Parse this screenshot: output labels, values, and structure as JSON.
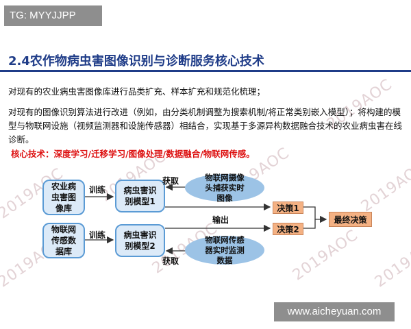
{
  "tag": "TG: MYYJJPP",
  "title": "2.4农作物病虫害图像识别与诊断服务核心技术",
  "paragraphs": [
    "对现有的农业病虫害图像库进行品类扩充、样本扩充和规范化梳理；",
    "对现有的图像识别算法进行改进（例如，由分类机制调整为搜索机制/将正常类别嵌入模型）；将构建的模型与物联网设施（视频监测器和设施传感器）相结合，实现基于多源异构数据融合技术的农业病虫害在线诊断。"
  ],
  "core_tech": "核心技术：深度学习/迁移学习/图像处理/数据融合/物联网传感。",
  "watermark": "2019AOC",
  "diagram": {
    "db1": "农业病虫害图像库",
    "db2": "物联网传感数据库",
    "model1": "病虫害识别模型1",
    "model2": "病虫害识别模型2",
    "source1": "物联网摄像头捕获实时图像",
    "source2": "物联网传感器实时监测数据",
    "decision1": "决策1",
    "decision2": "决策2",
    "final": "最终决策",
    "label_train": "训练",
    "label_acquire": "获取",
    "label_output": "输出"
  },
  "footer": "www.aicheyuan.com"
}
